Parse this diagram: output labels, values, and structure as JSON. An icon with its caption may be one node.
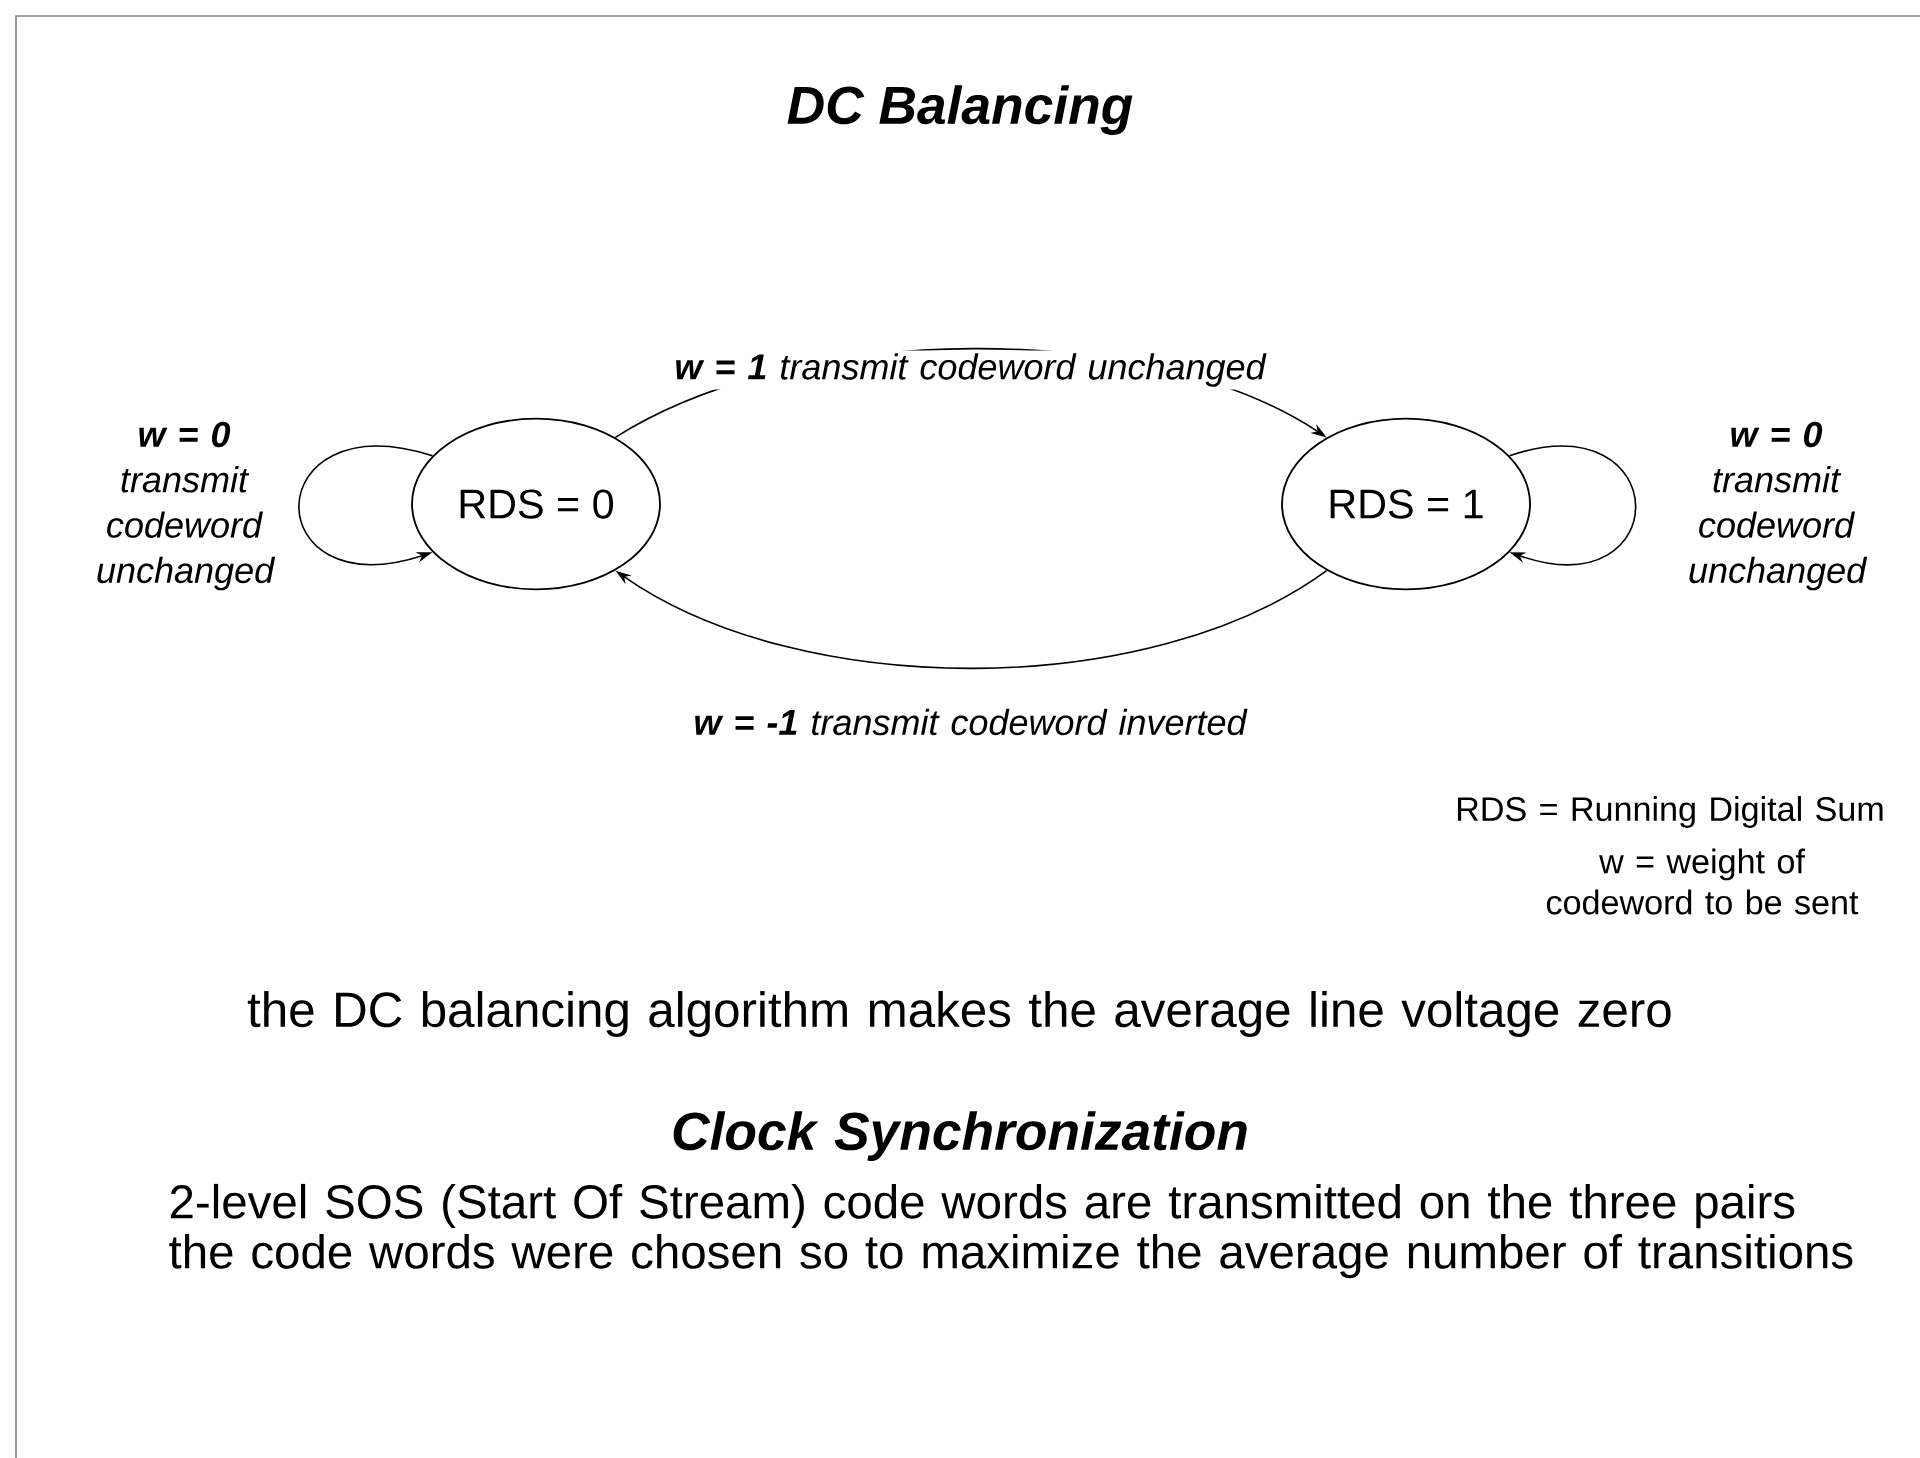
{
  "diagram": {
    "title": "DC Balancing",
    "nodes": [
      {
        "text": [
          "RDS = 0"
        ]
      },
      {
        "text": [
          "RDS = 1"
        ]
      }
    ],
    "edges": [
      {
        "from": 0,
        "to": 1,
        "arrow": "to",
        "label": "**w = 1** transmit codeword unchanged"
      },
      {
        "from": 1,
        "to": 0,
        "arrow": "to",
        "label": "**w = -1** transmit codeword inverted"
      },
      {
        "from": 0,
        "to": 0,
        "arrow": "to",
        "label": "**w = 0** transmit codeword unchanged"
      },
      {
        "from": 1,
        "to": 1,
        "arrow": "to",
        "label": "**w = 0** transmit codeword unchanged"
      }
    ],
    "labels": [
      "RDS = Running Digital Sum",
      "w = weight of codeword to be sent",
      "the DC balancing algorithm makes the average line voltage zero",
      "Clock Synchronization",
      "2-level SOS (Start Of Stream) code words are transmitted on the three pairs",
      "the code words were chosen so to maximize the average number of transitions"
    ]
  }
}
